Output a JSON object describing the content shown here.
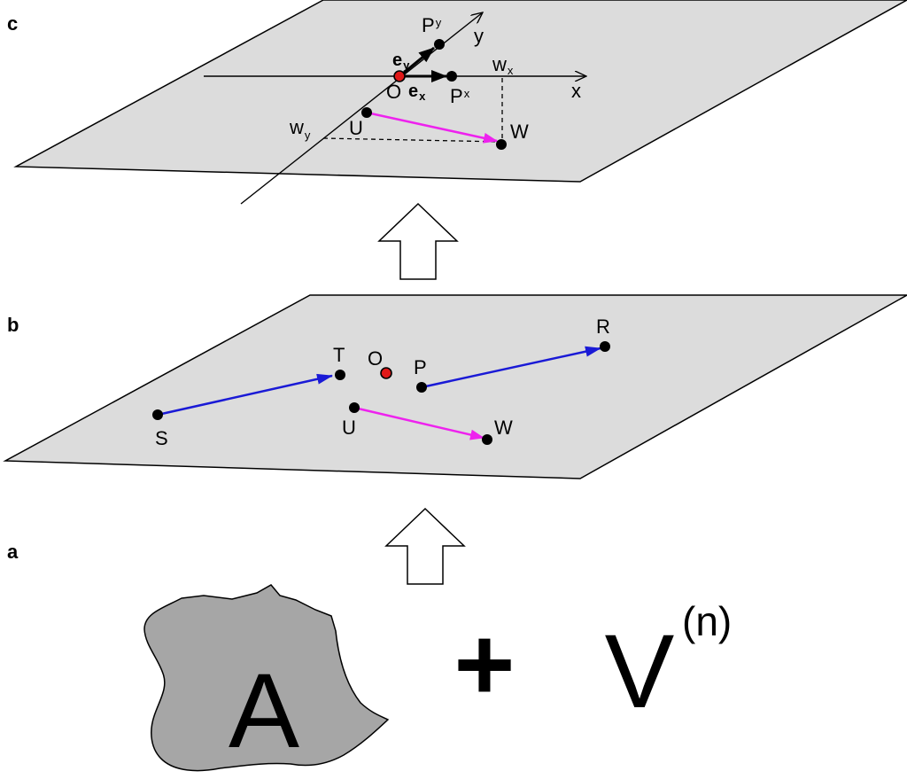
{
  "colors": {
    "plane_fill": "#dcdcdc",
    "blob_fill": "#a6a6a6",
    "blue_arrow": "#1a1ad6",
    "magenta_arrow": "#ee22ee",
    "origin_red": "#e01818",
    "ink": "#000000"
  },
  "panels": {
    "c": {
      "label": "c",
      "points": {
        "O": "O",
        "Px": "P",
        "Px_sub": "x",
        "Py": "P",
        "Py_sub": "y",
        "U": "U",
        "W": "W"
      },
      "axes": {
        "x": "x",
        "y": "y"
      },
      "vectors": {
        "ex": "e",
        "ex_sub": "x",
        "ey": "e",
        "ey_sub": "y"
      },
      "projections": {
        "wx": "w",
        "wx_sub": "x",
        "wy": "w",
        "wy_sub": "y"
      }
    },
    "b": {
      "label": "b",
      "points": {
        "S": "S",
        "T": "T",
        "O": "O",
        "P": "P",
        "R": "R",
        "U": "U",
        "W": "W"
      }
    },
    "a": {
      "label": "a",
      "set_symbol": "A",
      "plus": "+",
      "space_symbol": "V",
      "space_exponent": "(n)"
    }
  },
  "icons": {
    "up_arrow": "hollow-up-arrow-icon",
    "blob": "irregular-blob-shape"
  }
}
